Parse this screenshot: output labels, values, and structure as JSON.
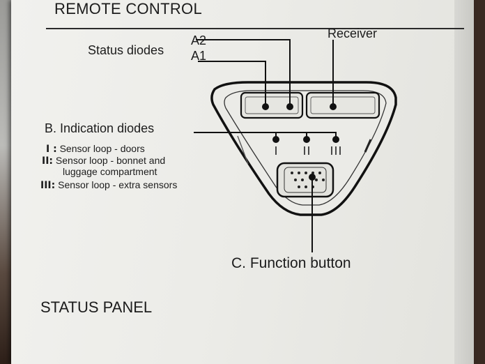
{
  "header": {
    "title": "REMOTE CONTROL"
  },
  "labels": {
    "status_diodes": "Status diodes",
    "a2": "A2",
    "a1": "A1",
    "receiver": "Receiver",
    "indication_diodes": "B. Indication diodes",
    "function_button": "C. Function button"
  },
  "legend": [
    {
      "numeral": "I :",
      "text": "Sensor loop - doors"
    },
    {
      "numeral": "II:",
      "text": "Sensor loop - bonnet and",
      "text2": "luggage compartment"
    },
    {
      "numeral": "III:",
      "text": "Sensor loop - extra sensors"
    }
  ],
  "footer": {
    "title": "STATUS PANEL"
  }
}
